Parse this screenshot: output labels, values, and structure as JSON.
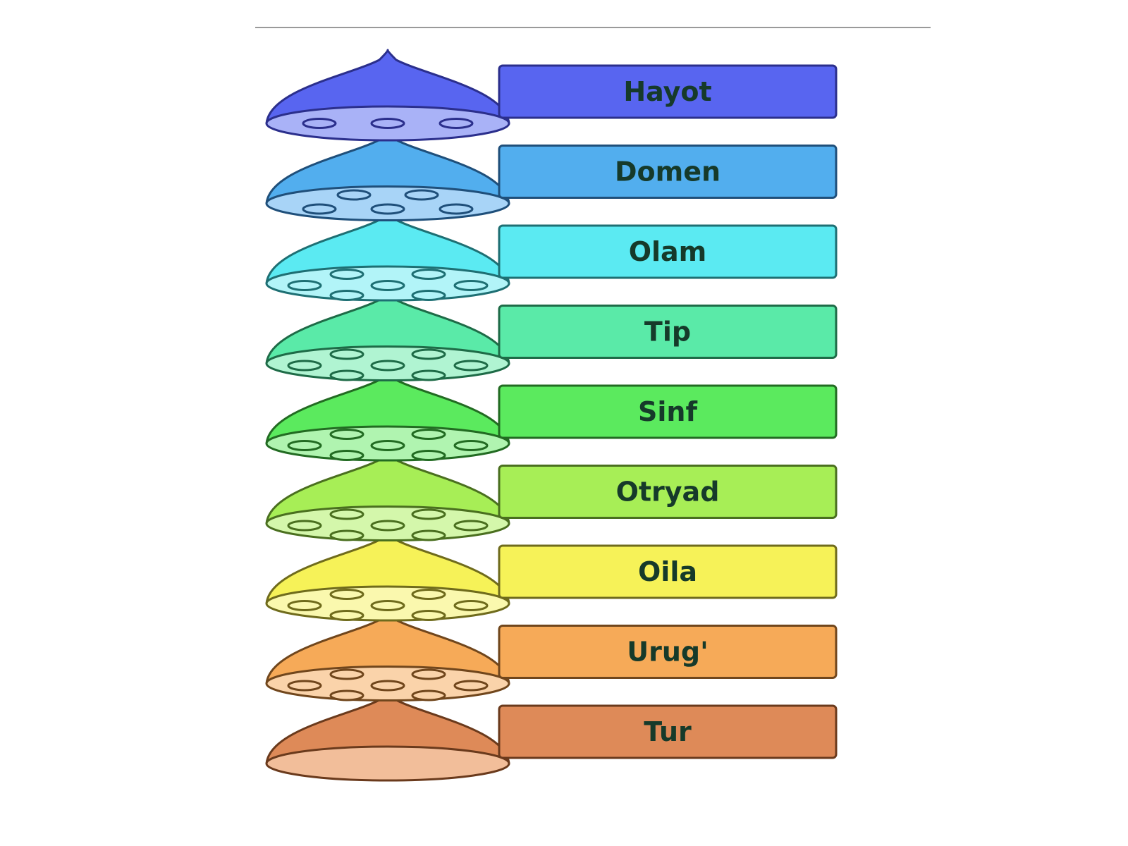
{
  "diagram": {
    "ranks": [
      {
        "label": "Hayot",
        "color": "#5865F0",
        "light": "#A9B2F7",
        "dark": "#2B2F8C"
      },
      {
        "label": "Domen",
        "color": "#52AEEE",
        "light": "#A8D4F7",
        "dark": "#1F4F7A"
      },
      {
        "label": "Olam",
        "color": "#5BEAF2",
        "light": "#B2F4F8",
        "dark": "#1E6F73"
      },
      {
        "label": "Tip",
        "color": "#5AEAA8",
        "light": "#B0F4D2",
        "dark": "#1E6B47"
      },
      {
        "label": "Sinf",
        "color": "#5BEA5E",
        "light": "#B0F4B0",
        "dark": "#226B22"
      },
      {
        "label": "Otryad",
        "color": "#A7EE56",
        "light": "#D4F7AB",
        "dark": "#4A6F1F"
      },
      {
        "label": "Oila",
        "color": "#F6F258",
        "light": "#FAF8AE",
        "dark": "#6F6B1C"
      },
      {
        "label": "Urug'",
        "color": "#F6AA58",
        "light": "#FAD3AA",
        "dark": "#70461C"
      },
      {
        "label": "Tur",
        "color": "#DE8A58",
        "light": "#F2BE9A",
        "dark": "#6A3A1C"
      }
    ]
  }
}
